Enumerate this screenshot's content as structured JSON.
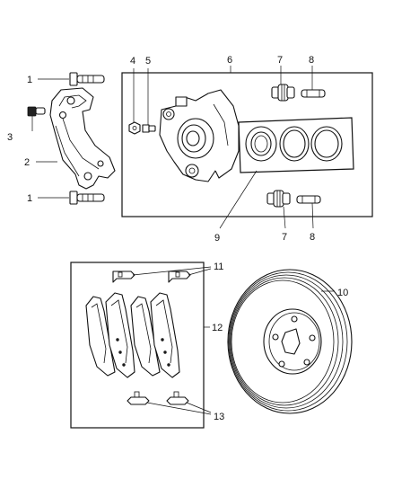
{
  "diagram": {
    "callouts": {
      "c1a": "1",
      "c1b": "1",
      "c2": "2",
      "c3": "3",
      "c4": "4",
      "c5": "5",
      "c6": "6",
      "c7a": "7",
      "c7b": "7",
      "c8a": "8",
      "c8b": "8",
      "c9": "9",
      "c10": "10",
      "c11": "11",
      "c12": "12",
      "c13": "13"
    }
  }
}
